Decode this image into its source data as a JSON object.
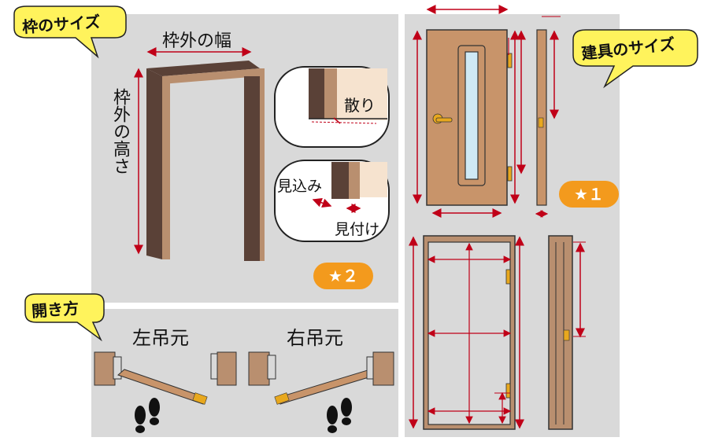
{
  "colors": {
    "panel_bg": "#d9d9d9",
    "frame_dark": "#5a4137",
    "frame_light": "#b98f6f",
    "door_face": "#c8946a",
    "bubble_fill": "#fff35c",
    "star_badge": "#f39a1d",
    "dimension_line": "#c00018",
    "hardware": "#e8a81e",
    "glass": "#cfe9f5"
  },
  "frame_size": {
    "bubble_label": "枠のサイズ",
    "width_label": "枠外の幅",
    "height_label": "枠外の高さ",
    "detail_sanri": "散り",
    "detail_mikomi": "見込み",
    "detail_mitsuke": "見付け",
    "badge": "★２"
  },
  "door_size": {
    "bubble_label": "建具のサイズ",
    "badge": "★１"
  },
  "opening": {
    "bubble_label": "開き方",
    "left_hinge_label": "左吊元",
    "right_hinge_label": "右吊元"
  },
  "icons": [
    "dimension-arrow-icon",
    "door-handle-icon",
    "hinge-icon",
    "footprint-icon",
    "star-icon"
  ]
}
